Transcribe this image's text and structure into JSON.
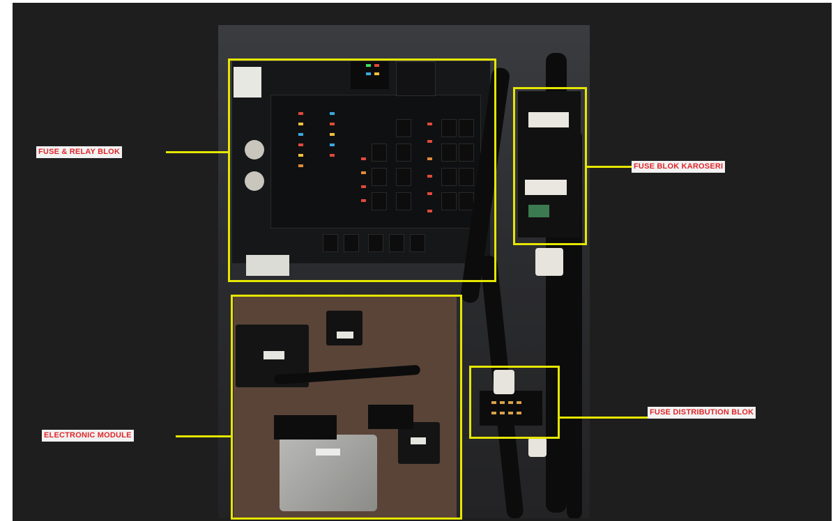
{
  "labels": {
    "fuse_relay": "FUSE & RELAY BLOK",
    "fuse_karoseri": "FUSE BLOK KAROSERI",
    "electronic_module": "ELECTRONIC MODULE",
    "fuse_distribution": "FUSE DISTRIBUTION BLOK"
  },
  "colors": {
    "highlight": "#e6e600",
    "label_text": "#e0262a",
    "label_bg": "#f2f2f2",
    "backdrop": "#1e1e1e"
  }
}
